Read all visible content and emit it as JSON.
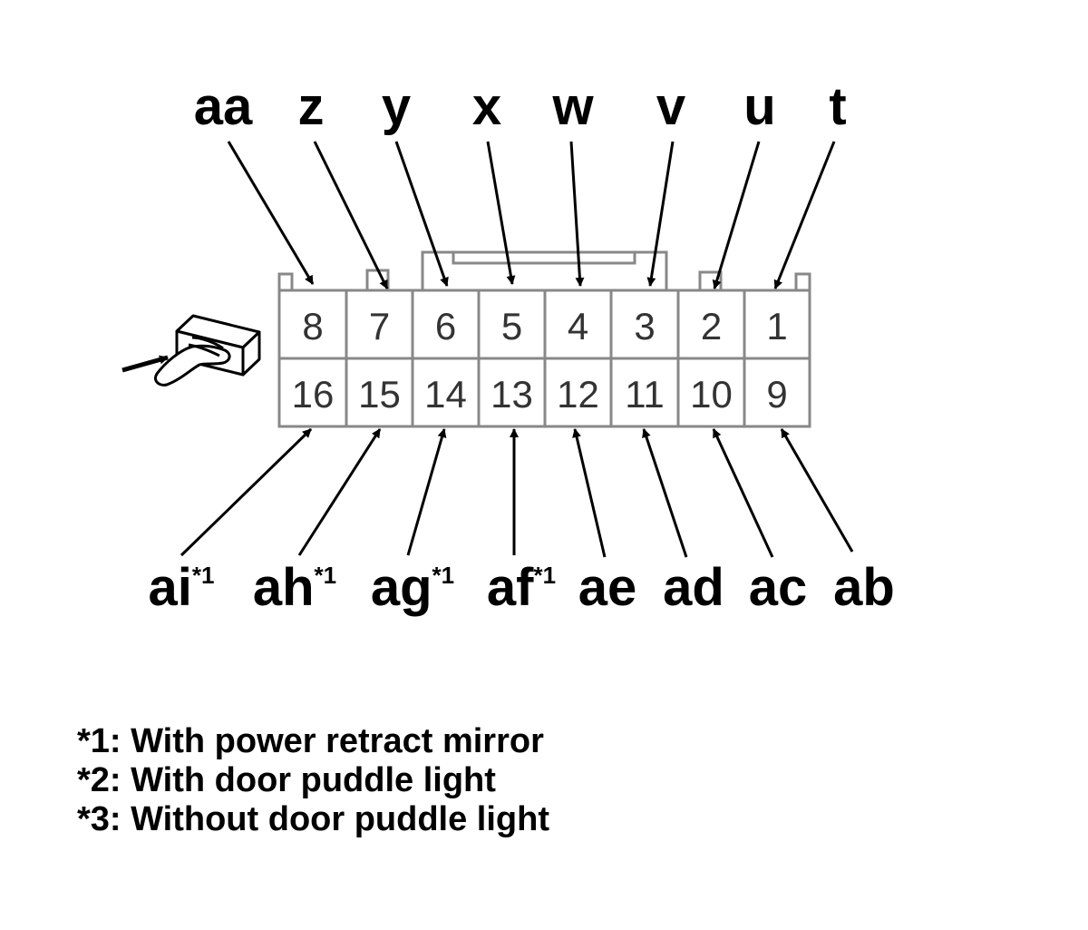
{
  "top_labels": [
    "aa",
    "z",
    "y",
    "x",
    "w",
    "v",
    "u",
    "t"
  ],
  "bottom_labels": [
    {
      "name": "ai",
      "sup": "*1"
    },
    {
      "name": "ah",
      "sup": "*1"
    },
    {
      "name": "ag",
      "sup": "*1"
    },
    {
      "name": "af",
      "sup": "*1"
    },
    {
      "name": "ae",
      "sup": ""
    },
    {
      "name": "ad",
      "sup": ""
    },
    {
      "name": "ac",
      "sup": ""
    },
    {
      "name": "ab",
      "sup": ""
    }
  ],
  "pins_top": [
    "8",
    "7",
    "6",
    "5",
    "4",
    "3",
    "2",
    "1"
  ],
  "pins_bottom": [
    "16",
    "15",
    "14",
    "13",
    "12",
    "11",
    "10",
    "9"
  ],
  "notes": [
    "*1: With power retract mirror",
    "*2: With door puddle light",
    "*3: Without door puddle light"
  ]
}
